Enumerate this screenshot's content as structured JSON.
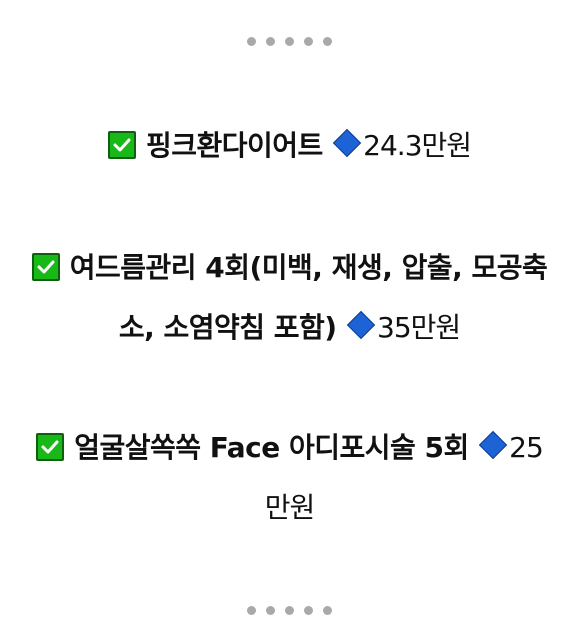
{
  "items": [
    {
      "title": "핑크환다이어트",
      "price": "24.3만원",
      "icon": "check-box-icon",
      "bullet": "diamond-icon"
    },
    {
      "title": "여드름관리 4회(미백, 재생, 압출, 모공축소, 소염약침 포함)",
      "price": "35만원",
      "icon": "check-box-icon",
      "bullet": "diamond-icon"
    },
    {
      "title": "얼굴살쏙쏙 Face 아디포시술 5회",
      "price": "25만원",
      "icon": "check-box-icon",
      "bullet": "diamond-icon"
    }
  ],
  "colors": {
    "check_green": "#18b818",
    "diamond_blue": "#1e63d6",
    "dot_gray": "#a9a9a9"
  }
}
